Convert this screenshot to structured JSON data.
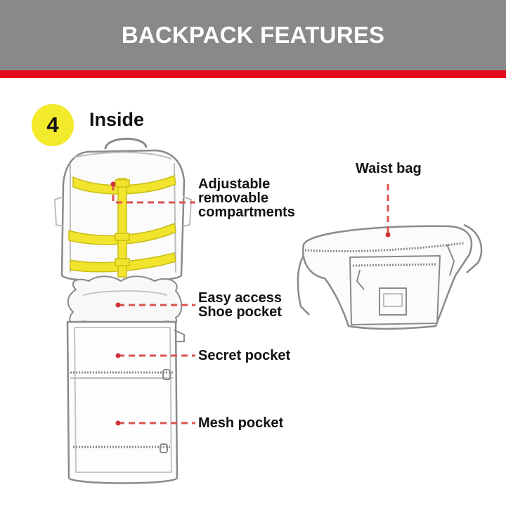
{
  "header": {
    "title": "BACKPACK FEATURES",
    "bg_color": "#898989",
    "stripe_color": "#e30b1c"
  },
  "step": {
    "number": "4",
    "title": "Inside",
    "badge_color": "#f2ea2a"
  },
  "callouts": [
    {
      "lines": [
        "Adjustable",
        "removable",
        "compartments"
      ]
    },
    {
      "lines": [
        "Easy access",
        "Shoe pocket"
      ]
    },
    {
      "lines": [
        "Secret pocket"
      ]
    },
    {
      "lines": [
        "Mesh pocket"
      ]
    }
  ],
  "waist_bag": {
    "label": "Waist bag"
  },
  "colors": {
    "leader": "#d9534f",
    "strap": "#f2e42c",
    "outline": "#8a8a8a"
  }
}
